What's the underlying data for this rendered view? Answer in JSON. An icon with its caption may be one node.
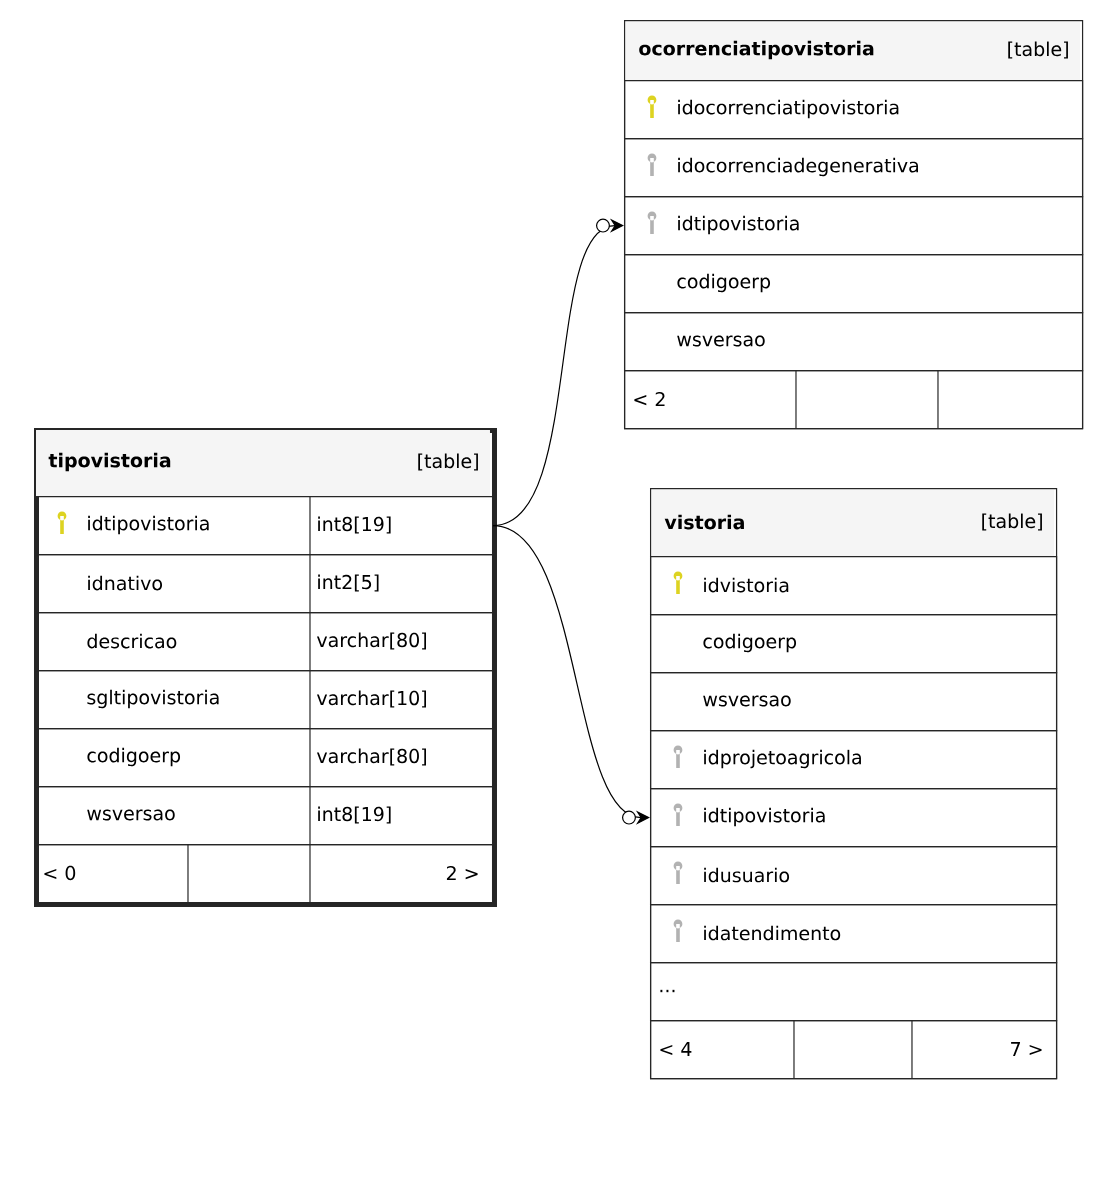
{
  "diagram": {
    "nodes": [
      {
        "text": [
          "ocorrenciatipovistoria",
          "[table]"
        ]
      },
      {
        "text": [
          "idocorrenciatipovistoria"
        ],
        "in": 0
      },
      {
        "text": [
          "idocorrenciadegenerativa"
        ],
        "in": 0
      },
      {
        "text": [
          "idtipovistoria"
        ],
        "in": 0
      },
      {
        "text": [
          "codigoerp"
        ],
        "in": 0
      },
      {
        "text": [
          "wsversao"
        ],
        "in": 0
      },
      {
        "text": [
          "< 2"
        ],
        "in": 0
      },
      {
        "text": [
          "tipovistoria",
          "[table]"
        ]
      },
      {
        "text": [
          "idtipovistoria",
          "int8[19]"
        ],
        "in": 7
      },
      {
        "text": [
          "idnativo",
          "int2[5]"
        ],
        "in": 7
      },
      {
        "text": [
          "descricao",
          "varchar[80]"
        ],
        "in": 7
      },
      {
        "text": [
          "sgltipovistoria",
          "varchar[10]"
        ],
        "in": 7
      },
      {
        "text": [
          "codigoerp",
          "varchar[80]"
        ],
        "in": 7
      },
      {
        "text": [
          "wsversao",
          "int8[19]"
        ],
        "in": 7
      },
      {
        "text": [
          "< 0",
          "2 >"
        ],
        "in": 7
      },
      {
        "text": [
          "vistoria",
          "[table]"
        ]
      },
      {
        "text": [
          "idvistoria"
        ],
        "in": 15
      },
      {
        "text": [
          "codigoerp"
        ],
        "in": 15
      },
      {
        "text": [
          "wsversao"
        ],
        "in": 15
      },
      {
        "text": [
          "idprojetoagricola"
        ],
        "in": 15
      },
      {
        "text": [
          "idtipovistoria"
        ],
        "in": 15
      },
      {
        "text": [
          "idusuario"
        ],
        "in": 15
      },
      {
        "text": [
          "idatendimento"
        ],
        "in": 15
      },
      {
        "text": [
          "..."
        ],
        "in": 15
      },
      {
        "text": [
          "< 4",
          "7 >"
        ],
        "in": 15
      }
    ],
    "edges": [
      {
        "from": 8,
        "to": 3,
        "arrow": "to"
      },
      {
        "from": 8,
        "to": 20,
        "arrow": "to"
      }
    ]
  }
}
